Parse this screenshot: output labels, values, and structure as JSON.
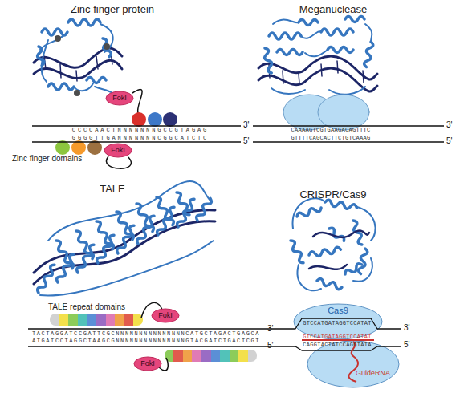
{
  "diagram": {
    "nodes": [
      {
        "text": [
          "FokI"
        ]
      },
      {
        "text": [
          "FokI"
        ]
      },
      {
        "text": [
          "FokI"
        ]
      },
      {
        "text": [
          "FokI"
        ]
      },
      {
        "text": [
          "Cas9"
        ]
      },
      {
        "text": [
          "GuideRNA"
        ]
      }
    ],
    "labels": [
      "Zinc finger protein",
      "CCCCAACTNNNNNNNGCCGTAGAG",
      "GGGGTTGANNNNNNNCGGCATCTC",
      "3'",
      "5'",
      "Zinc finger domains",
      "Meganuclease",
      "CAAAAGTCGTGAAGACAGTTTC",
      "GTTTTCAGCACTTCTGTCAAAG",
      "3'",
      "5'",
      "TALE",
      "TALE repeat domains",
      "TACTAGGATCCGATTCGCNNNNNNNNNNNNNNNCATGCTAGACTGAGCA",
      "ATGATCCTAGGCTAAGCGNNNNNNNNNNNNNNNGTACGATCTGACTCGT",
      "3'",
      "5'",
      "CRISPR/Cas9",
      "GTCCATGATAGGTCCATAT",
      "GTCCATGATAGGTCCATAT",
      "CAGGTACTATCCAGGTATA",
      "3'",
      "5'"
    ]
  }
}
